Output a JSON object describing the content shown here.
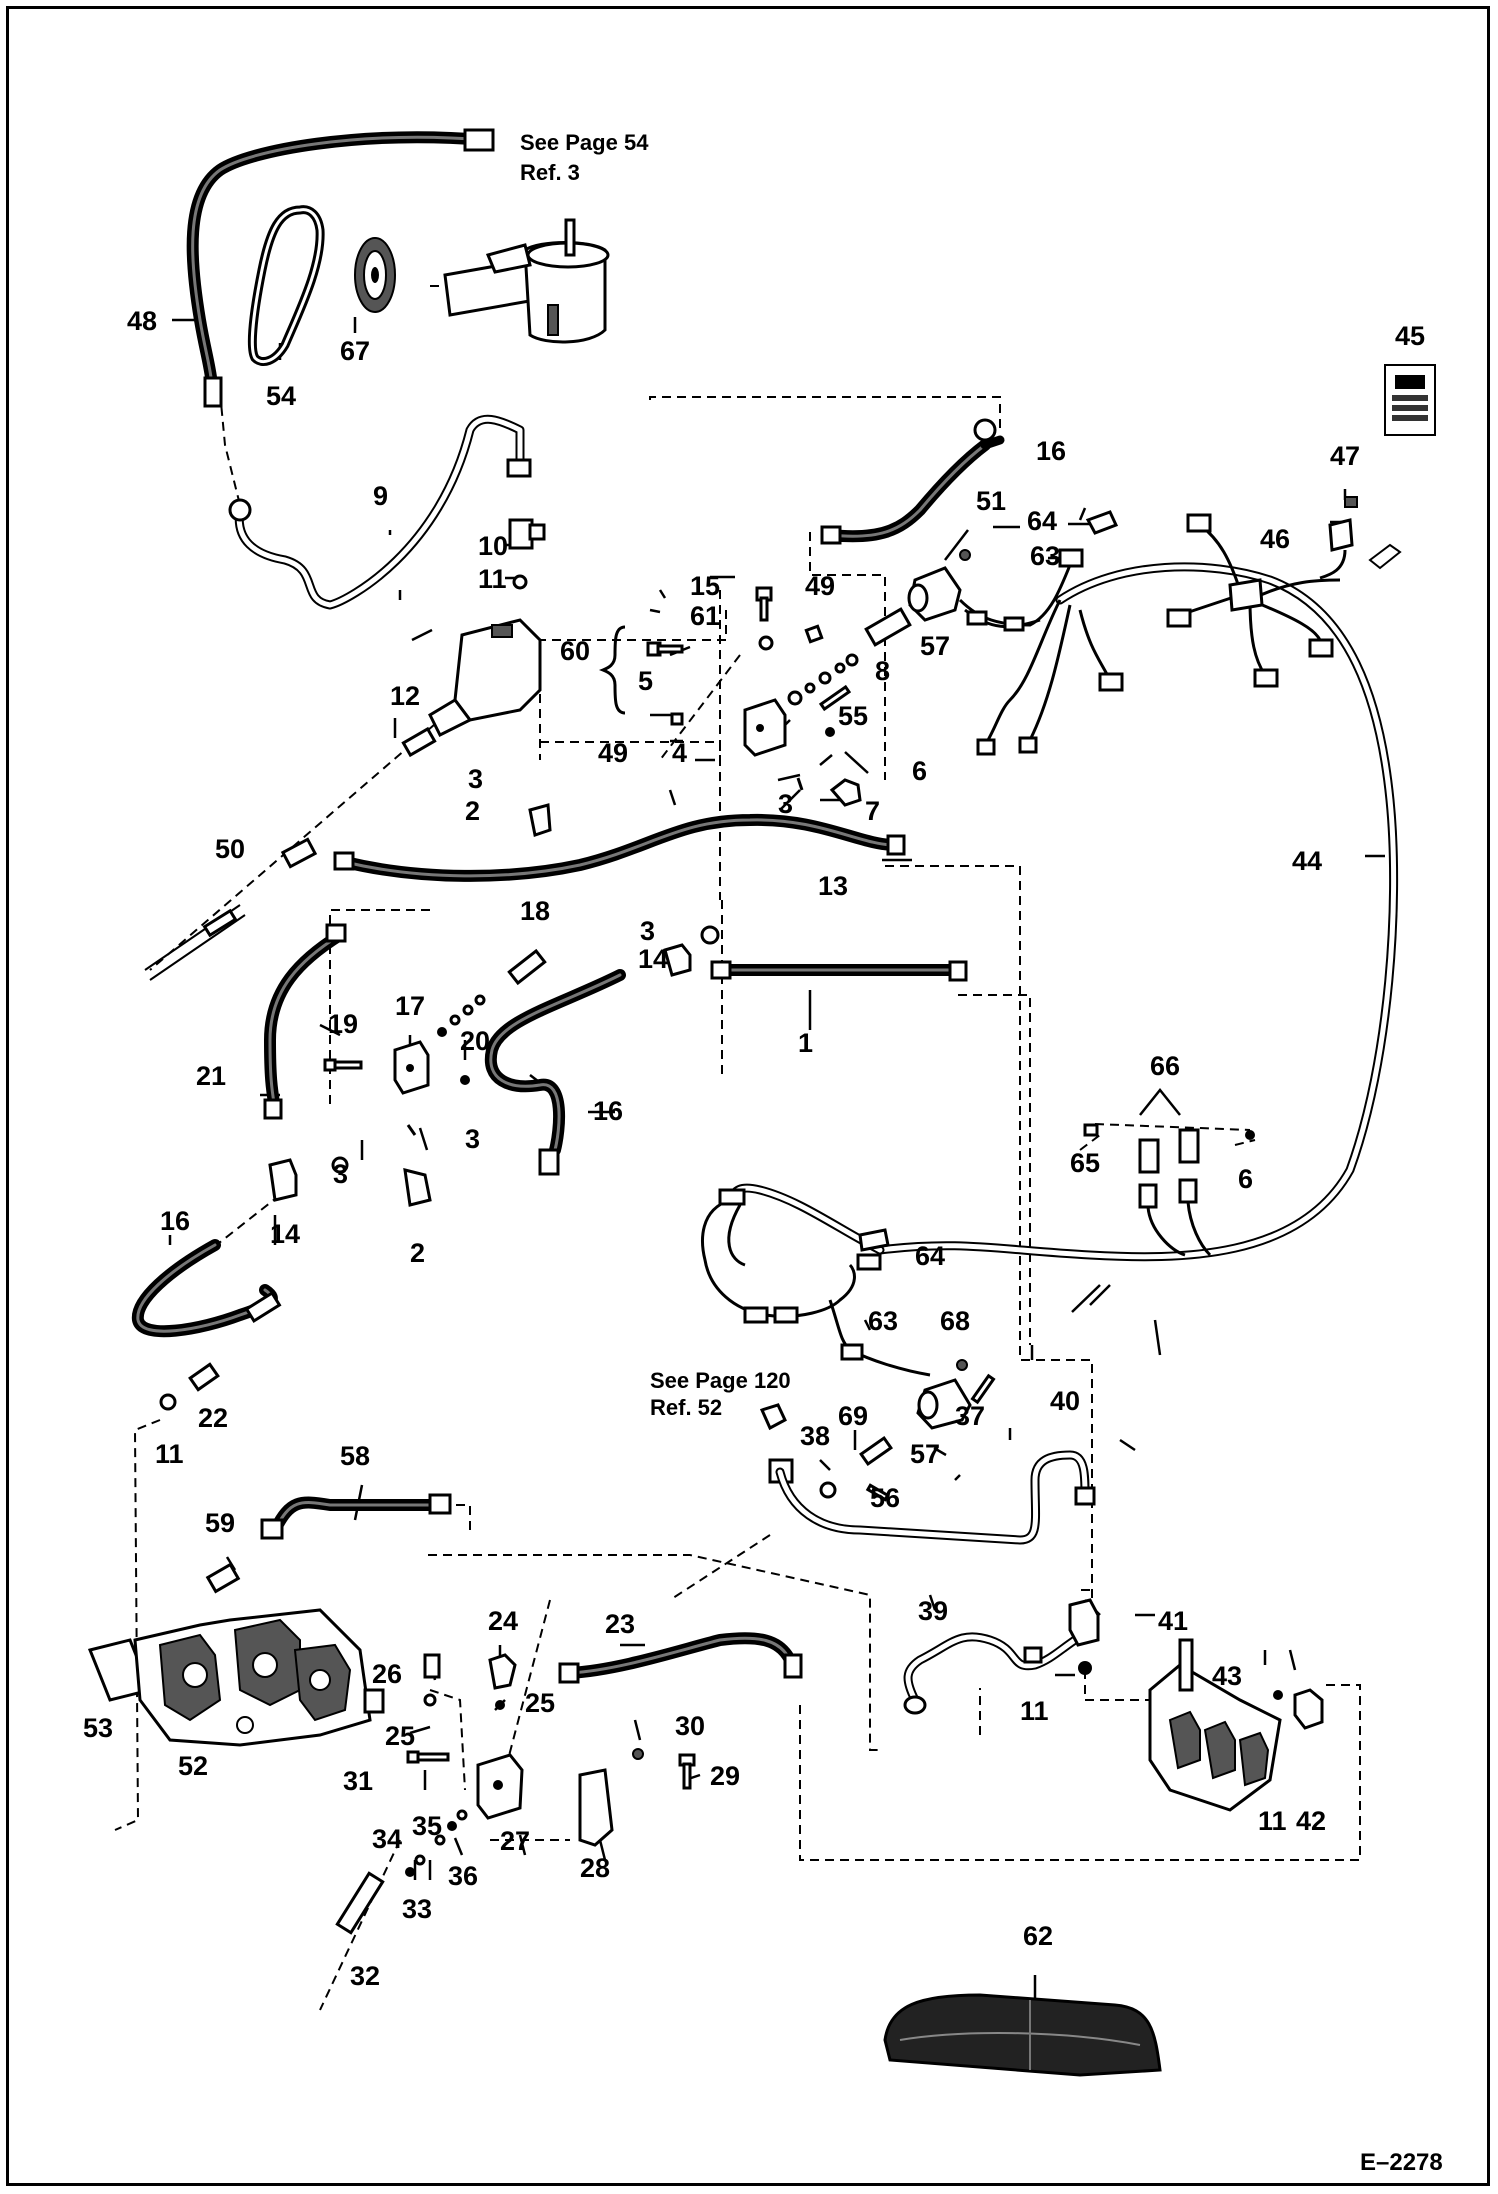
{
  "callouts": [
    {
      "id": "c1",
      "text": "1"
    },
    {
      "id": "c2a",
      "text": "2"
    },
    {
      "id": "c2b",
      "text": "2"
    },
    {
      "id": "c3a",
      "text": "3"
    },
    {
      "id": "c3b",
      "text": "3"
    },
    {
      "id": "c3c",
      "text": "3"
    },
    {
      "id": "c3d",
      "text": "3"
    },
    {
      "id": "c3e",
      "text": "3"
    },
    {
      "id": "c4",
      "text": "4"
    },
    {
      "id": "c5",
      "text": "5"
    },
    {
      "id": "c6a",
      "text": "6"
    },
    {
      "id": "c6b",
      "text": "6"
    },
    {
      "id": "c7",
      "text": "7"
    },
    {
      "id": "c8",
      "text": "8"
    },
    {
      "id": "c9",
      "text": "9"
    },
    {
      "id": "c10",
      "text": "10"
    },
    {
      "id": "c11a",
      "text": "11"
    },
    {
      "id": "c11b",
      "text": "11"
    },
    {
      "id": "c11c",
      "text": "11"
    },
    {
      "id": "c11d",
      "text": "11"
    },
    {
      "id": "c12",
      "text": "12"
    },
    {
      "id": "c13",
      "text": "13"
    },
    {
      "id": "c14a",
      "text": "14"
    },
    {
      "id": "c14b",
      "text": "14"
    },
    {
      "id": "c15",
      "text": "15"
    },
    {
      "id": "c16a",
      "text": "16"
    },
    {
      "id": "c16b",
      "text": "16"
    },
    {
      "id": "c16c",
      "text": "16"
    },
    {
      "id": "c17",
      "text": "17"
    },
    {
      "id": "c18",
      "text": "18"
    },
    {
      "id": "c19",
      "text": "19"
    },
    {
      "id": "c20",
      "text": "20"
    },
    {
      "id": "c21",
      "text": "21"
    },
    {
      "id": "c22",
      "text": "22"
    },
    {
      "id": "c23",
      "text": "23"
    },
    {
      "id": "c24",
      "text": "24"
    },
    {
      "id": "c25a",
      "text": "25"
    },
    {
      "id": "c25b",
      "text": "25"
    },
    {
      "id": "c26",
      "text": "26"
    },
    {
      "id": "c27",
      "text": "27"
    },
    {
      "id": "c28",
      "text": "28"
    },
    {
      "id": "c29",
      "text": "29"
    },
    {
      "id": "c30",
      "text": "30"
    },
    {
      "id": "c31",
      "text": "31"
    },
    {
      "id": "c32",
      "text": "32"
    },
    {
      "id": "c33",
      "text": "33"
    },
    {
      "id": "c34",
      "text": "34"
    },
    {
      "id": "c35",
      "text": "35"
    },
    {
      "id": "c36",
      "text": "36"
    },
    {
      "id": "c37",
      "text": "37"
    },
    {
      "id": "c38",
      "text": "38"
    },
    {
      "id": "c39",
      "text": "39"
    },
    {
      "id": "c40",
      "text": "40"
    },
    {
      "id": "c41",
      "text": "41"
    },
    {
      "id": "c42",
      "text": "42"
    },
    {
      "id": "c43",
      "text": "43"
    },
    {
      "id": "c44",
      "text": "44"
    },
    {
      "id": "c45",
      "text": "45"
    },
    {
      "id": "c46",
      "text": "46"
    },
    {
      "id": "c47",
      "text": "47"
    },
    {
      "id": "c48",
      "text": "48"
    },
    {
      "id": "c49a",
      "text": "49"
    },
    {
      "id": "c49b",
      "text": "49"
    },
    {
      "id": "c50",
      "text": "50"
    },
    {
      "id": "c51",
      "text": "51"
    },
    {
      "id": "c52",
      "text": "52"
    },
    {
      "id": "c53",
      "text": "53"
    },
    {
      "id": "c54",
      "text": "54"
    },
    {
      "id": "c55",
      "text": "55"
    },
    {
      "id": "c56",
      "text": "56"
    },
    {
      "id": "c57a",
      "text": "57"
    },
    {
      "id": "c57b",
      "text": "57"
    },
    {
      "id": "c58",
      "text": "58"
    },
    {
      "id": "c59",
      "text": "59"
    },
    {
      "id": "c60",
      "text": "60"
    },
    {
      "id": "c61",
      "text": "61"
    },
    {
      "id": "c62",
      "text": "62"
    },
    {
      "id": "c63a",
      "text": "63"
    },
    {
      "id": "c63b",
      "text": "63"
    },
    {
      "id": "c64a",
      "text": "64"
    },
    {
      "id": "c64b",
      "text": "64"
    },
    {
      "id": "c65",
      "text": "65"
    },
    {
      "id": "c66",
      "text": "66"
    },
    {
      "id": "c67",
      "text": "67"
    },
    {
      "id": "c68",
      "text": "68"
    },
    {
      "id": "c69",
      "text": "69"
    }
  ],
  "notes": {
    "top_line1": "See Page 54",
    "top_line2": "Ref. 3",
    "mid_line1": "See Page 120",
    "mid_line2": "Ref. 52"
  },
  "figure_code": "E–2278"
}
